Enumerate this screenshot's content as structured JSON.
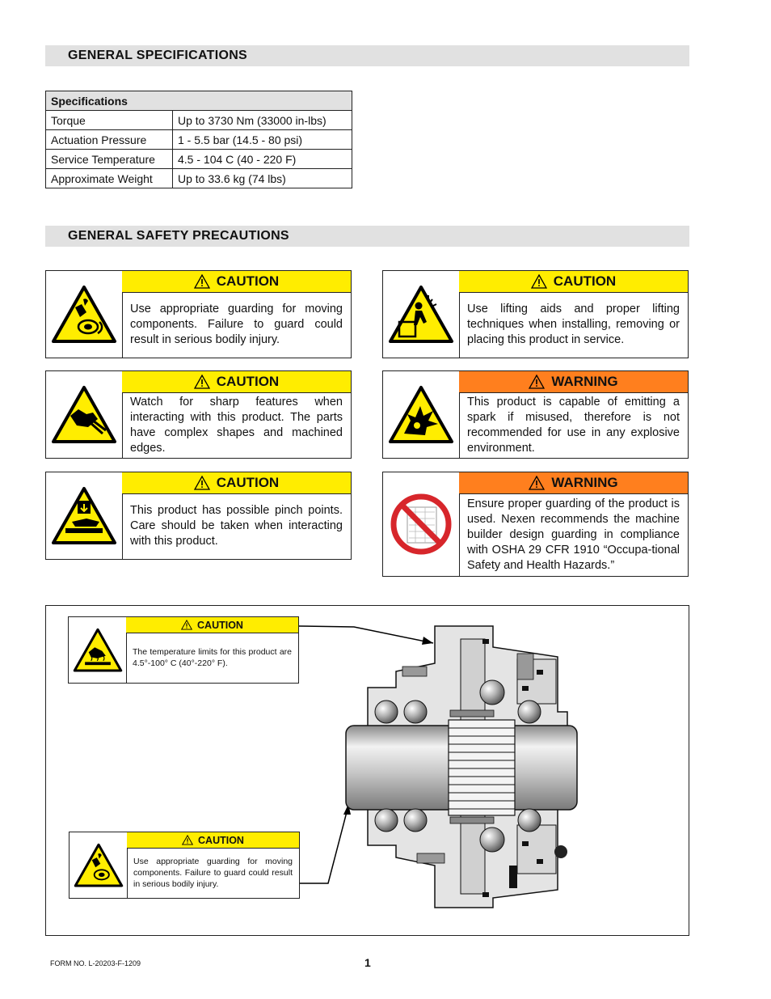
{
  "sections": {
    "specs_title": "GENERAL SPECIFICATIONS",
    "safety_title": "GENERAL SAFETY PRECAUTIONS"
  },
  "specs": {
    "header": "Specifications",
    "rows": [
      {
        "label": "Torque",
        "value": "Up to 3730 Nm (33000 in-lbs)"
      },
      {
        "label": "Actuation Pressure",
        "value": "1 - 5.5 bar (14.5 - 80 psi)"
      },
      {
        "label": "Service Temperature",
        "value": "4.5 - 104 C (40 - 220 F)"
      },
      {
        "label": "Approximate Weight",
        "value": "Up to 33.6 kg (74 lbs)"
      }
    ]
  },
  "notices": [
    {
      "level": "CAUTION",
      "text": "Use appropriate guarding for moving components. Failure to guard could result in serious bodily injury.",
      "icon": "rotating-parts-icon"
    },
    {
      "level": "CAUTION",
      "text": "Use lifting aids and proper lifting techniques when installing, removing or placing this product in service.",
      "icon": "heavy-lifting-icon"
    },
    {
      "level": "CAUTION",
      "text": "Watch for sharp features when interacting with this product. The parts have complex shapes and machined edges.",
      "icon": "sharp-edges-icon"
    },
    {
      "level": "WARNING",
      "text": "This product is capable of emitting a spark if misused, therefore is not recommended for use in any explosive environment.",
      "icon": "explosion-icon"
    },
    {
      "level": "CAUTION",
      "text": "This product has possible pinch points. Care should be taken when interacting with this product.",
      "icon": "pinch-point-icon"
    },
    {
      "level": "WARNING",
      "text": "Ensure proper guarding of the product is used. Nexen recommends the machine builder design guarding in compliance with OSHA 29 CFR 1910 “Occupa-tional Safety and Health Hazards.”",
      "icon": "no-guard-prohibited-icon"
    }
  ],
  "diagram_notices": [
    {
      "level": "CAUTION",
      "text": "The temperature limits for this product are 4.5°-100° C (40°-220° F).",
      "icon": "hot-surface-icon"
    },
    {
      "level": "CAUTION",
      "text": "Use appropriate guarding for moving components. Failure to guard could result in serious bodily injury.",
      "icon": "rotating-parts-icon"
    }
  ],
  "footer": {
    "form_no": "FORM NO. L-20203-F-1209",
    "page": "1"
  },
  "colors": {
    "caution": "#ffed00",
    "warning": "#ff7f1e",
    "section_bar": "#e1e1e1"
  }
}
